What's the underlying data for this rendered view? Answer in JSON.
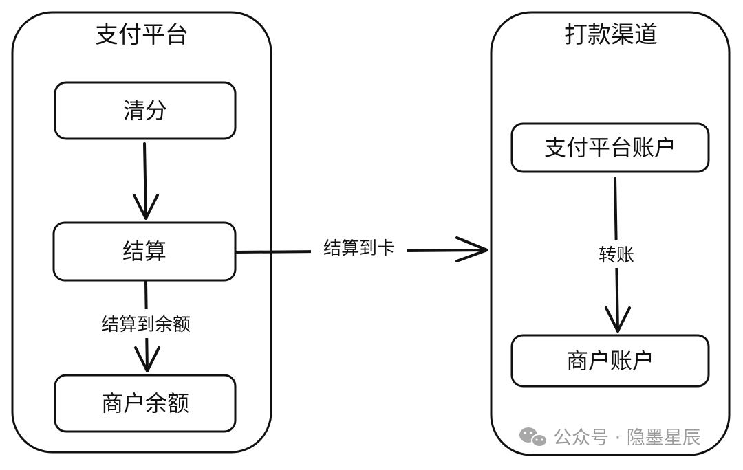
{
  "containers": {
    "payment_platform": {
      "title": "支付平台"
    },
    "payout_channel": {
      "title": "打款渠道"
    }
  },
  "nodes": {
    "clearing": "清分",
    "settlement": "结算",
    "merchant_balance": "商户余额",
    "platform_account": "支付平台账户",
    "merchant_account": "商户账户"
  },
  "edges": {
    "clearing_to_settlement": "",
    "settlement_to_balance": "结算到余额",
    "settlement_to_card": "结算到卡",
    "platform_to_merchant": "转账"
  },
  "watermark": {
    "icon": "wechat-icon",
    "text": "公众号 · 隐墨星辰"
  }
}
